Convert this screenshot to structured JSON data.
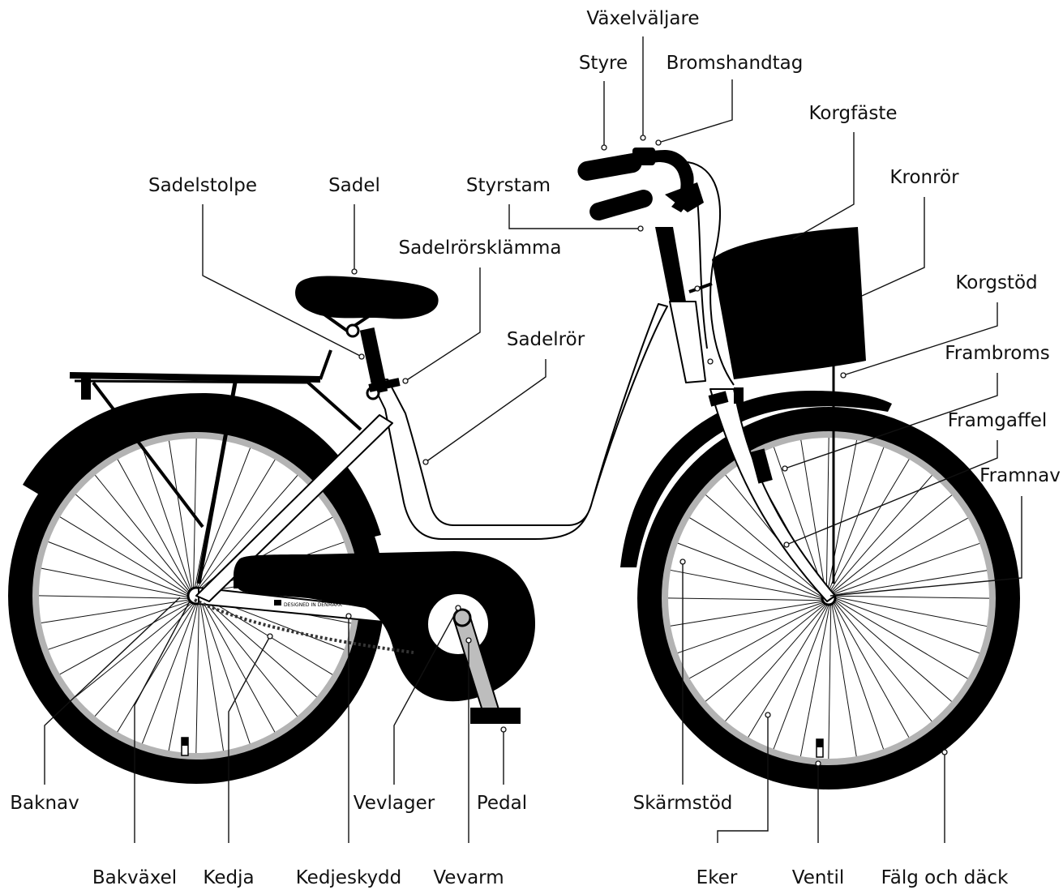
{
  "labels": {
    "vaxelvaljare": "Växelväljare",
    "styre": "Styre",
    "bromshandtag": "Bromshandtag",
    "korgfaste": "Korgfäste",
    "sadelstolpe": "Sadelstolpe",
    "sadel": "Sadel",
    "styrstam": "Styrstam",
    "kronror": "Kronrör",
    "sadelrorsklamma": "Sadelrörsklämma",
    "korgstod": "Korgstöd",
    "sadelror": "Sadelrör",
    "frambroms": "Frambroms",
    "framgaffel": "Framgaffel",
    "framnav": "Framnav",
    "baknav": "Baknav",
    "vevlager": "Vevlager",
    "pedal": "Pedal",
    "skarmstod": "Skärmstöd",
    "bakvaxel": "Bakväxel",
    "kedja": "Kedja",
    "kedjeskydd": "Kedjeskydd",
    "vevarm": "Vevarm",
    "eker": "Eker",
    "ventil": "Ventil",
    "falg_och_dack": "Fälg och däck"
  },
  "chainguard_text": "DESIGNED IN DENMARK",
  "colors": {
    "ink": "#000000",
    "rim": "#b3b3b3",
    "frame_fill": "#ffffff",
    "crank_fill": "#bdbdbd"
  }
}
